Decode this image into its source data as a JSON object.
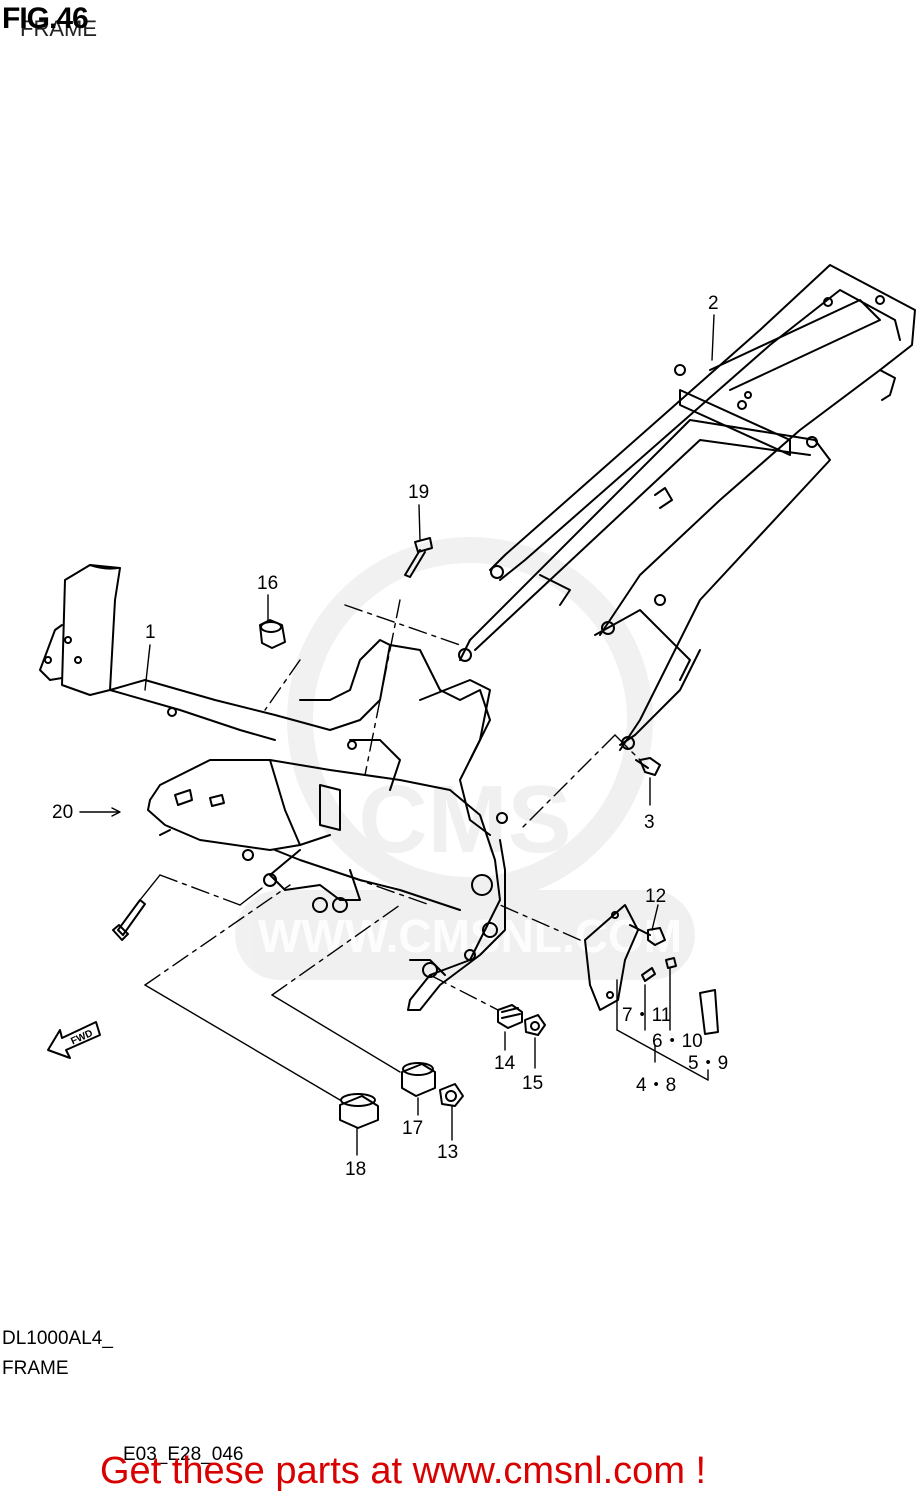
{
  "header": {
    "fig_title": "FIG.46",
    "fig_subtitle": "FRAME"
  },
  "footer": {
    "model": "DL1000AL4_",
    "section": "FRAME",
    "code": "E03_E28_046",
    "promo": "Get these parts at www.cmsnl.com !"
  },
  "watermark": {
    "text": "WWW.CMSNL.COM",
    "logo_text": "CMS"
  },
  "callouts": {
    "c1": "1",
    "c2": "2",
    "c3": "3",
    "c12": "12",
    "c13": "13",
    "c14": "14",
    "c15": "15",
    "c16": "16",
    "c17": "17",
    "c18": "18",
    "c19": "19",
    "c20": "20",
    "c7_11": "7・11",
    "c6_10": "6・10",
    "c5_9": "5・9",
    "c4_8": "4・8",
    "fwd": "FWD"
  },
  "colors": {
    "promo": "#d80000",
    "line": "#000000",
    "watermark": "#9a9a9a"
  }
}
